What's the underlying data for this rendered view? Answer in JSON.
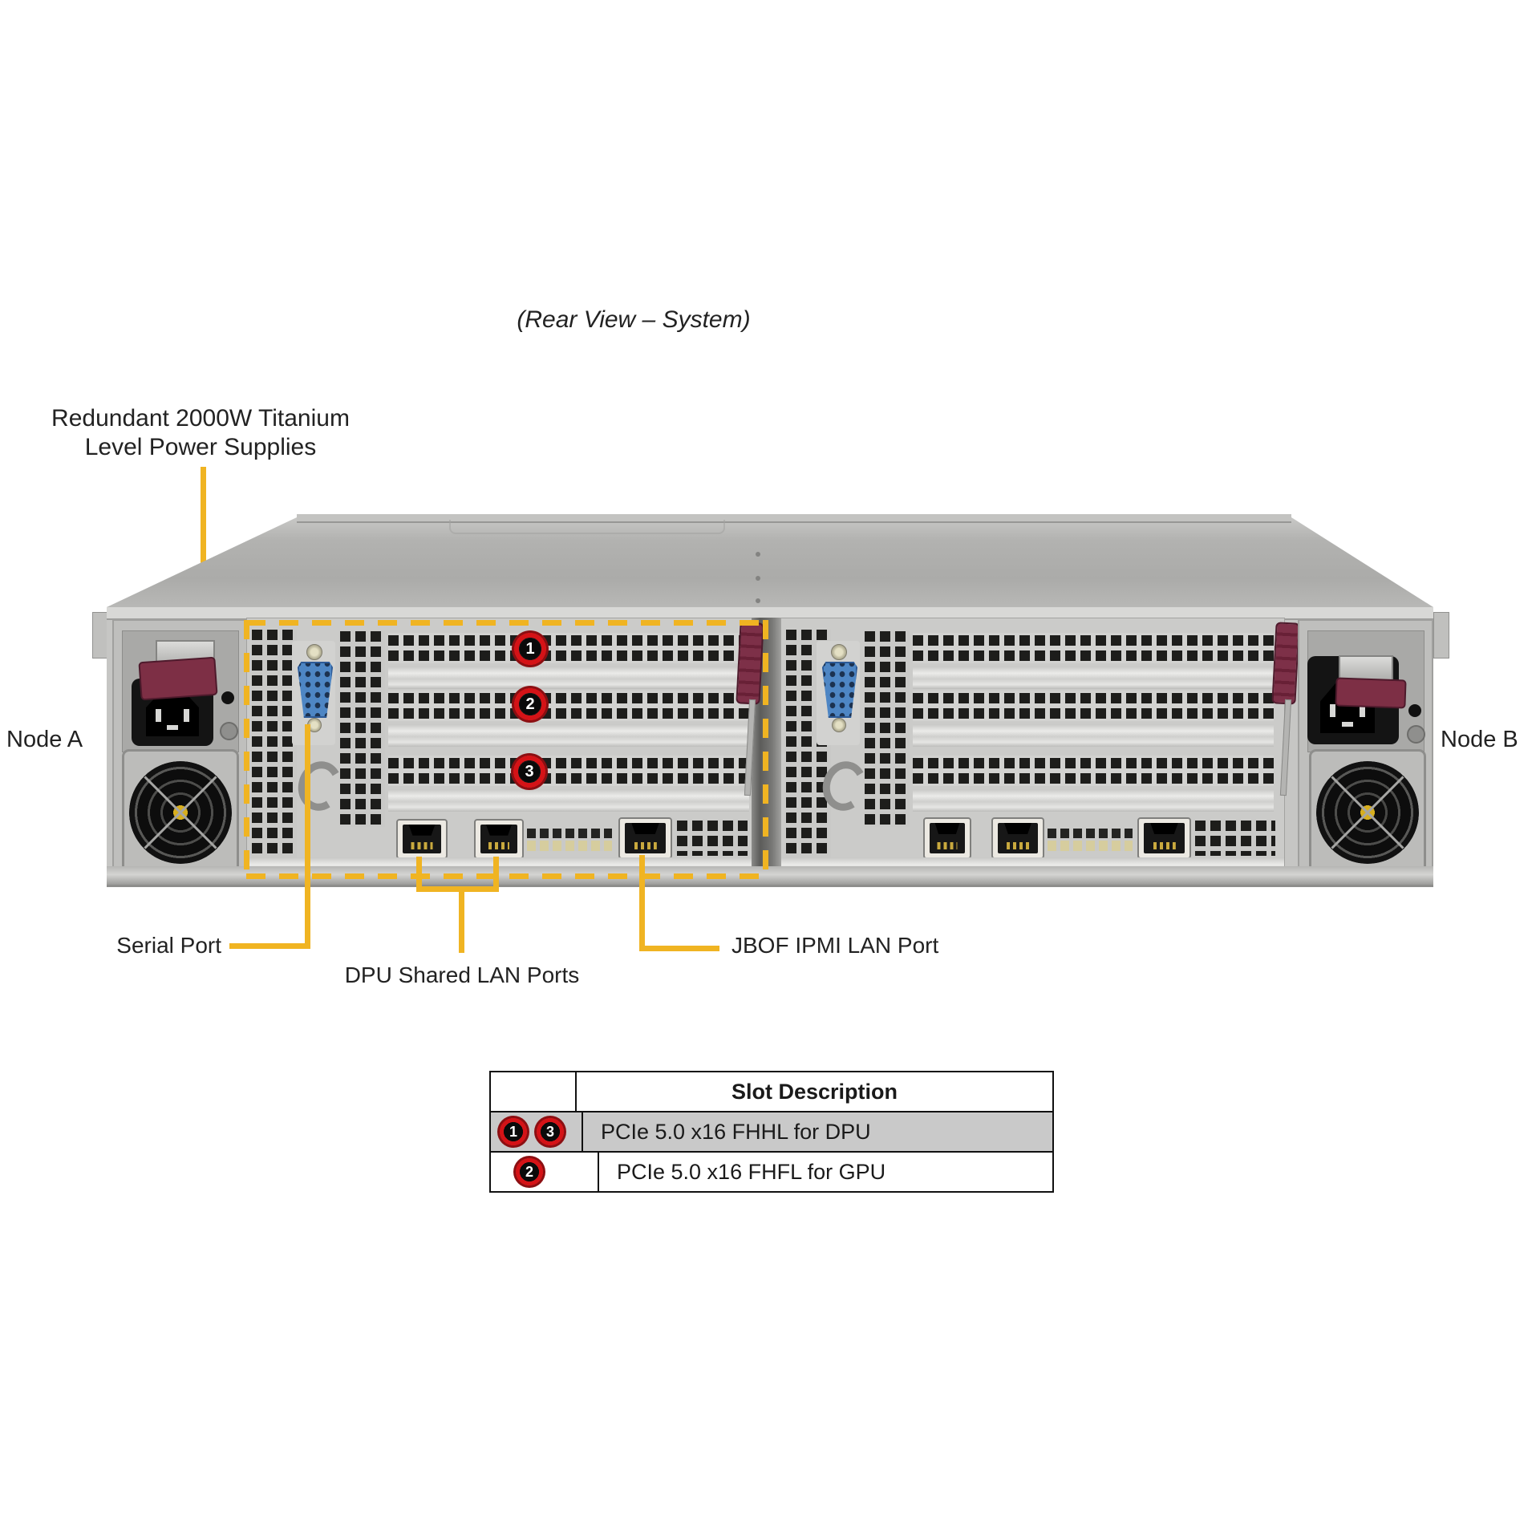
{
  "title": "(Rear View – System)",
  "annotations": {
    "psu_label_line1": "Redundant 2000W Titanium",
    "psu_label_line2": "Level Power Supplies",
    "node_a": "Node A",
    "node_b": "Node B",
    "serial_port": "Serial Port",
    "dpu_lan": "DPU Shared LAN Ports",
    "jbof_lan": "JBOF IPMI LAN Port"
  },
  "slot_callouts": [
    "1",
    "2",
    "3"
  ],
  "table": {
    "header": "Slot Description",
    "rows": [
      {
        "badges": [
          "1",
          "3"
        ],
        "description": "PCIe 5.0 x16 FHHL for DPU"
      },
      {
        "badges": [
          "2"
        ],
        "description": "PCIe 5.0 x16 FHFL for GPU"
      }
    ]
  },
  "colors": {
    "callout_yellow": "#F0B422",
    "badge_red": "#D41317",
    "serial_blue": "#4E86C4",
    "shaded_row": "#C9C9C9"
  }
}
